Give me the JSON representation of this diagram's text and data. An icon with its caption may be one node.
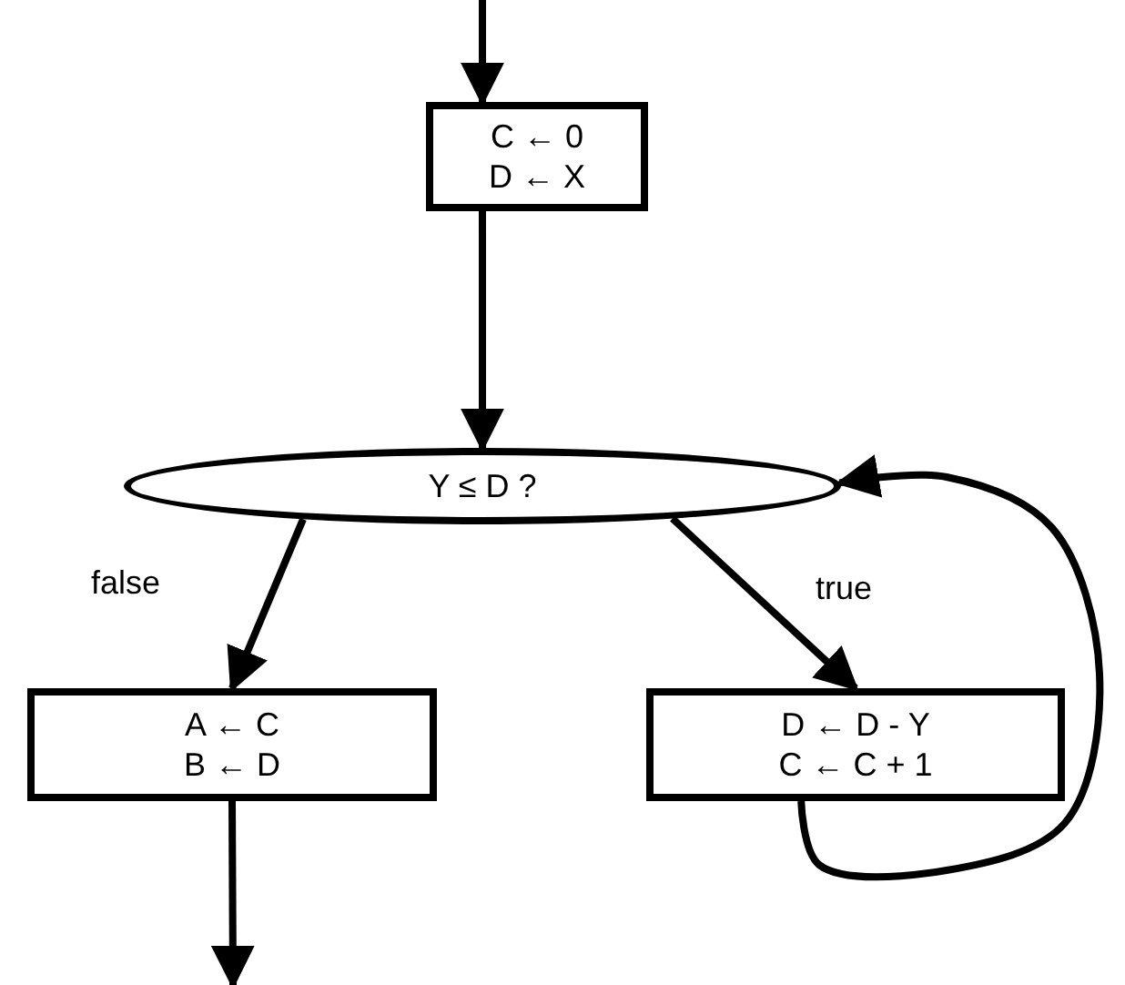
{
  "diagram": {
    "nodes": [
      {
        "text": [
          "C ← 0",
          "D ← X"
        ]
      },
      {
        "text": [
          "Y ≤ D ?"
        ]
      },
      {
        "text": [
          "A ← C",
          "B ← D"
        ]
      },
      {
        "text": [
          "D ← D - Y",
          "C ← C + 1"
        ]
      }
    ],
    "edges": [
      {
        "from": null,
        "to": 0,
        "arrow": "to"
      },
      {
        "from": 0,
        "to": 1,
        "arrow": "to"
      },
      {
        "from": 1,
        "to": 2,
        "label": "false",
        "arrow": "to"
      },
      {
        "from": 1,
        "to": 3,
        "label": "true",
        "arrow": "to"
      },
      {
        "from": 3,
        "to": 1,
        "arrow": "to"
      },
      {
        "from": 2,
        "to": null,
        "arrow": "to"
      }
    ]
  }
}
